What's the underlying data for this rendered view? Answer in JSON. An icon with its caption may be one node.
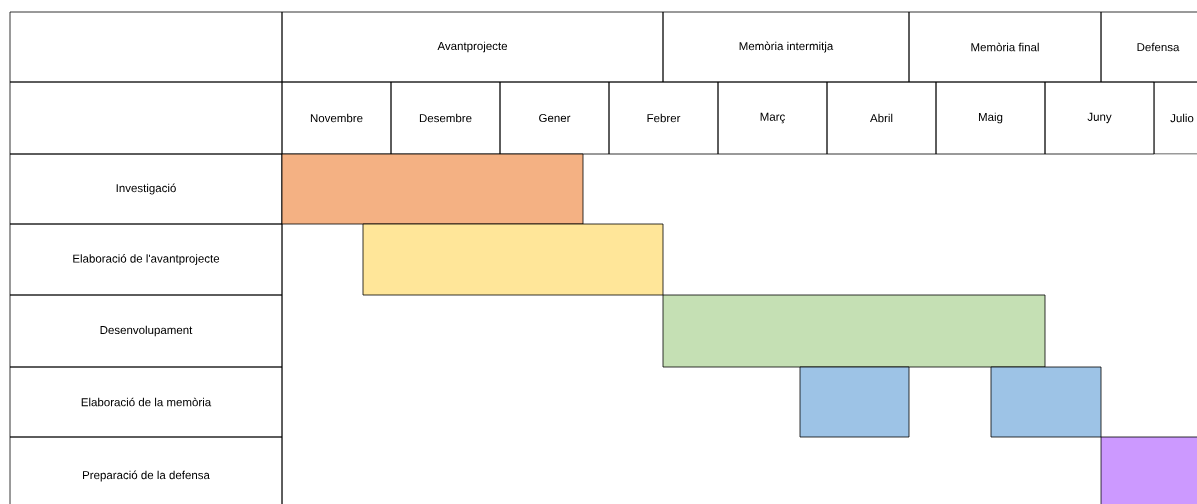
{
  "diagram": {
    "nodes": [
      {
        "text": [],
        "shape": "box"
      },
      {
        "text": [],
        "shape": "box"
      },
      {
        "text": [
          "Avantprojecte"
        ]
      },
      {
        "text": [
          "Memòria intermitja"
        ]
      },
      {
        "text": [
          "Memòria final"
        ]
      },
      {
        "text": [
          "Defensa"
        ]
      },
      {
        "text": [
          "Novembre"
        ]
      },
      {
        "text": [
          "Desembre"
        ]
      },
      {
        "text": [
          "Gener"
        ]
      },
      {
        "text": [
          "Febrer"
        ]
      },
      {
        "text": [
          "Març"
        ]
      },
      {
        "text": [
          "Abril"
        ]
      },
      {
        "text": [
          "Maig"
        ]
      },
      {
        "text": [
          "Juny"
        ]
      },
      {
        "text": [
          "Julio"
        ]
      },
      {
        "text": [
          "Investigació"
        ]
      },
      {
        "text": [
          "Elaboració de l'avantprojecte"
        ]
      },
      {
        "text": [
          "Desenvolupament"
        ]
      },
      {
        "text": [
          "Elaboració de la memòria"
        ]
      },
      {
        "text": [
          "Preparació de la defensa"
        ]
      },
      {
        "text": [],
        "shape": "bar"
      },
      {
        "text": [],
        "shape": "bar"
      },
      {
        "text": [],
        "shape": "bar"
      },
      {
        "text": [],
        "shape": "bar"
      },
      {
        "text": [],
        "shape": "bar"
      },
      {
        "text": [],
        "shape": "bar"
      }
    ]
  }
}
